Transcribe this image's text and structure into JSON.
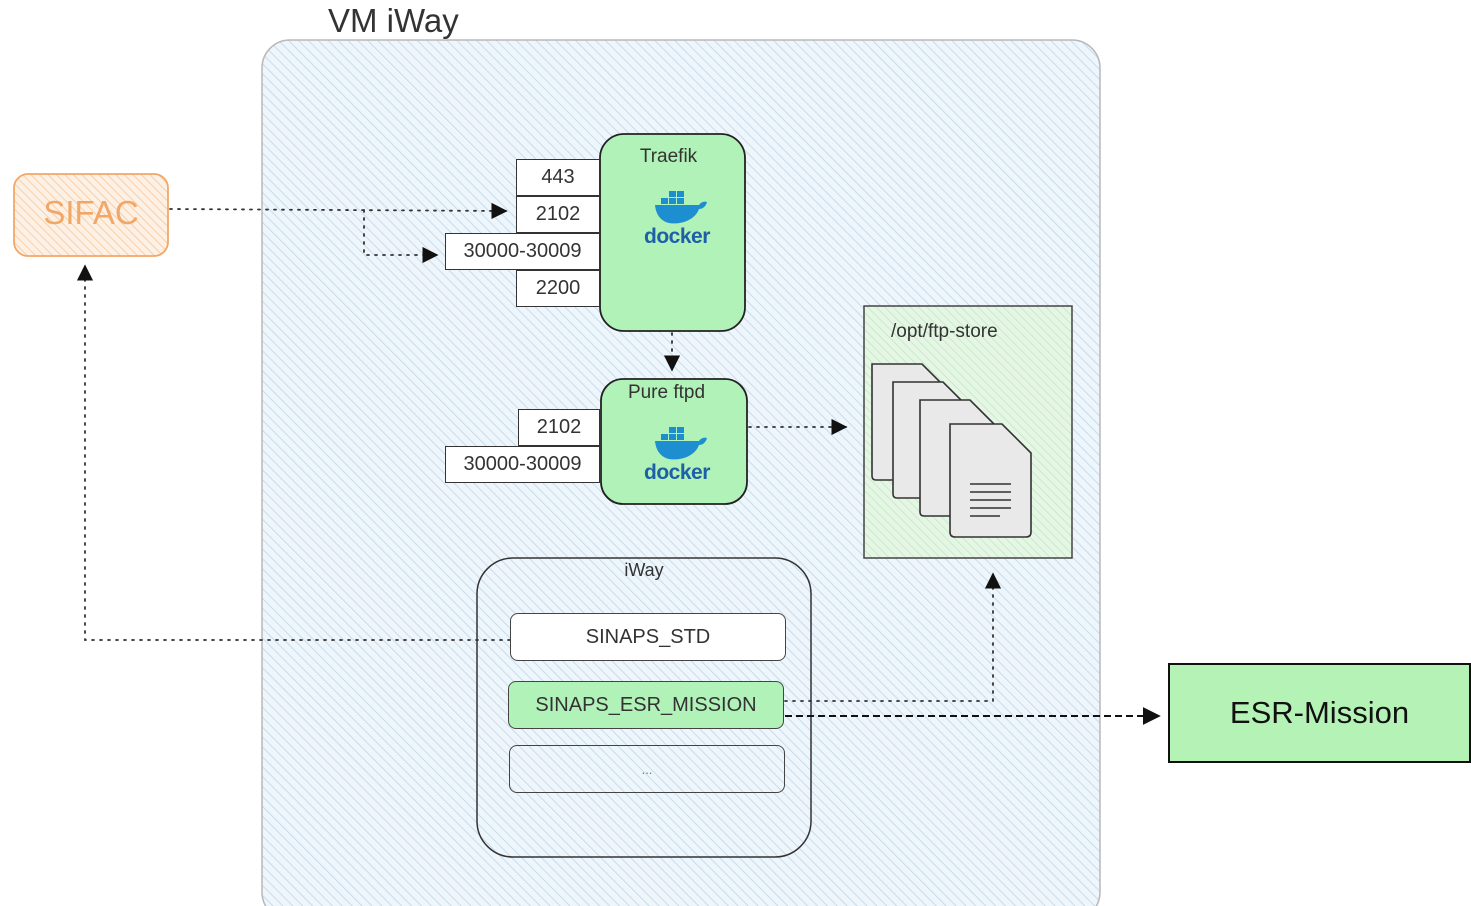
{
  "vm": {
    "title": "VM iWay"
  },
  "sifac": {
    "label": "SIFAC"
  },
  "traefik": {
    "title": "Traefik",
    "logo_text": "docker",
    "ports": [
      "443",
      "2102",
      "30000-30009",
      "2200"
    ]
  },
  "pureftpd": {
    "title": "Pure ftpd",
    "logo_text": "docker",
    "ports": [
      "2102",
      "30000-30009"
    ]
  },
  "ftp_store": {
    "path": "/opt/ftp-store"
  },
  "iway": {
    "title": "iWay",
    "services": [
      "SINAPS_STD",
      "SINAPS_ESR_MISSION",
      "..."
    ]
  },
  "esr_mission": {
    "label": "ESR-Mission"
  },
  "colors": {
    "node_green": "#b0f2b8",
    "sifac_orange": "#f3a766",
    "vm_hatch_blue": "#b9d6ea",
    "store_green": "#cdeecd"
  }
}
